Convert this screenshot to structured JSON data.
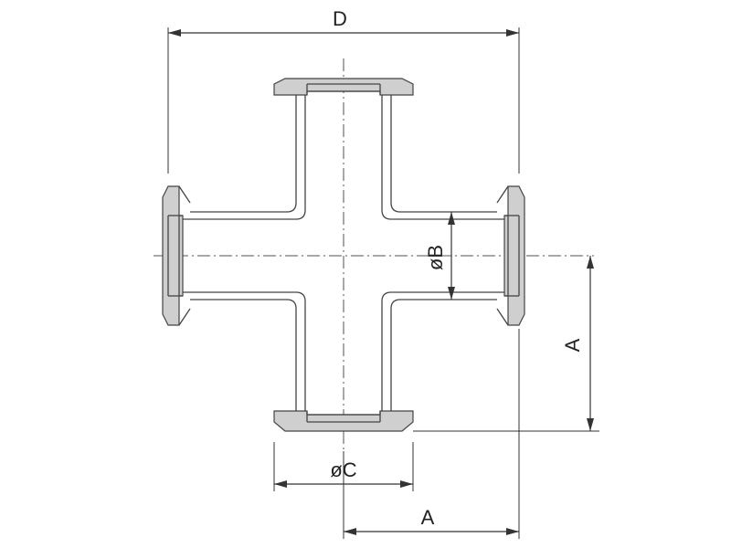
{
  "dimension_labels": {
    "overall_width": "D",
    "bore_diameter": "øB",
    "flange_diameter": "øC",
    "center_to_face_vertical": "A",
    "center_to_face_horizontal": "A"
  },
  "colors": {
    "line": "#444444",
    "flange_fill": "#cfcfcf",
    "background": "#ffffff"
  }
}
